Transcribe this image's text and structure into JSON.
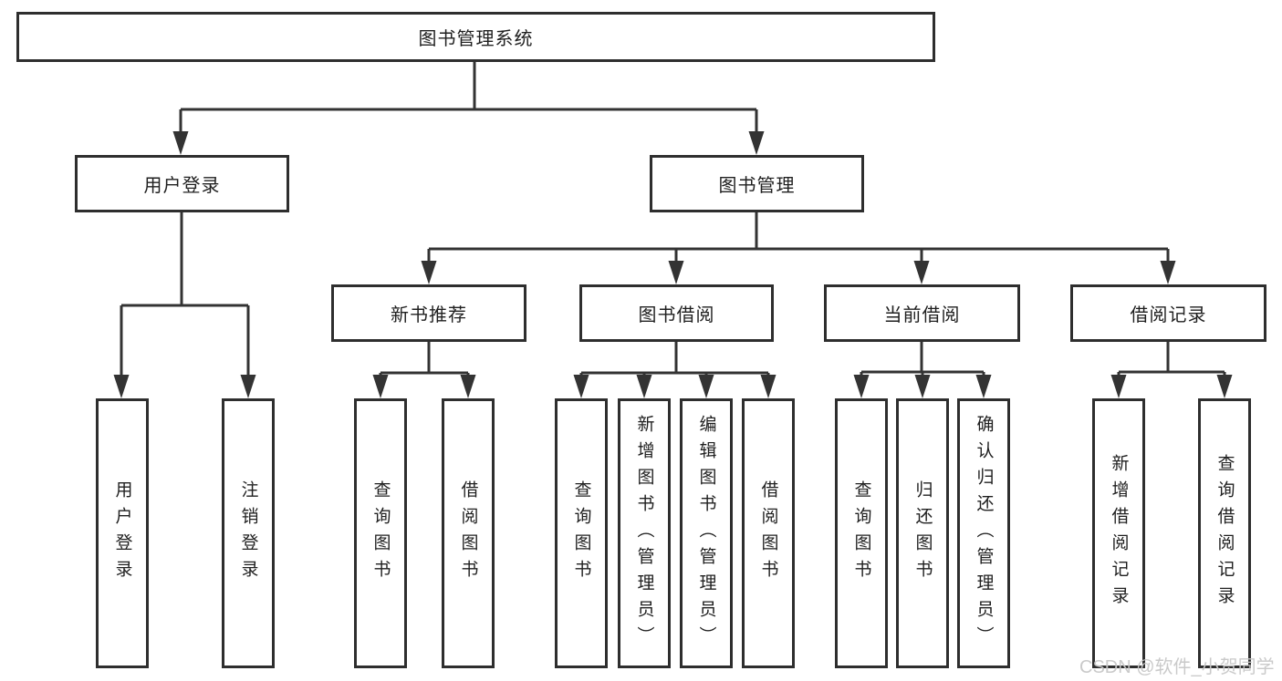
{
  "diagram": {
    "root": {
      "label": "图书管理系统"
    },
    "branches": [
      {
        "label": "用户登录",
        "leaves": [
          {
            "label": "用户登录"
          },
          {
            "label": "注销登录"
          }
        ]
      },
      {
        "label": "图书管理",
        "groups": [
          {
            "label": "新书推荐",
            "leaves": [
              {
                "label": "查询图书"
              },
              {
                "label": "借阅图书"
              }
            ]
          },
          {
            "label": "图书借阅",
            "leaves": [
              {
                "label": "查询图书"
              },
              {
                "label": "新增图书（管理员）"
              },
              {
                "label": "编辑图书（管理员）"
              },
              {
                "label": "借阅图书"
              }
            ]
          },
          {
            "label": "当前借阅",
            "leaves": [
              {
                "label": "查询图书"
              },
              {
                "label": "归还图书"
              },
              {
                "label": "确认归还（管理员）"
              }
            ]
          },
          {
            "label": "借阅记录",
            "leaves": [
              {
                "label": "新增借阅记录"
              },
              {
                "label": "查询借阅记录"
              }
            ]
          }
        ]
      }
    ]
  },
  "watermark": {
    "text": "CSDN @软件_小贺同学"
  },
  "colors": {
    "line": "#333333",
    "box_border": "#2e2e2e",
    "text": "#1f1f1f",
    "watermark": "#c8c8c8",
    "background": "#ffffff"
  }
}
